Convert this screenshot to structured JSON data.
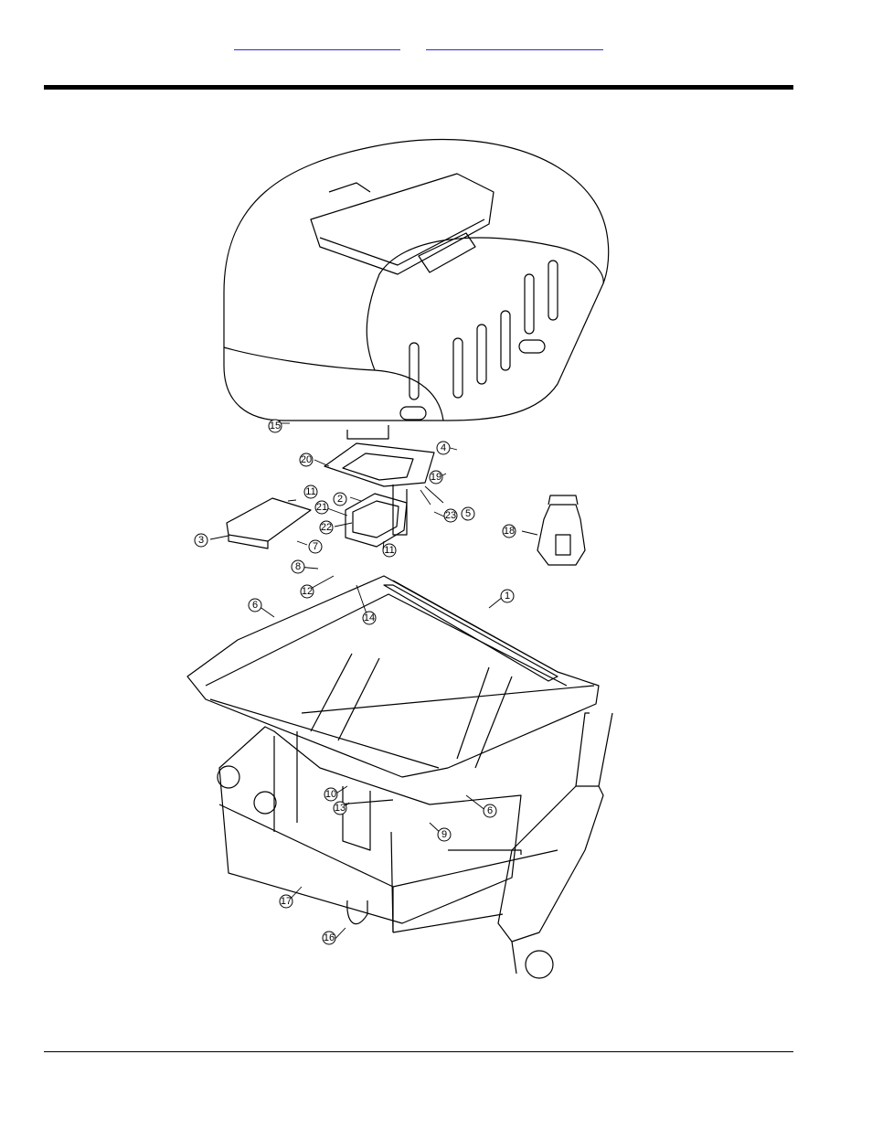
{
  "header": {
    "links": [
      "",
      ""
    ]
  },
  "diagram": {
    "callouts": [
      "1",
      "2",
      "3",
      "4",
      "5",
      "6",
      "6",
      "7",
      "8",
      "9",
      "10",
      "11",
      "11",
      "12",
      "13",
      "14",
      "15",
      "16",
      "17",
      "18",
      "19",
      "20",
      "21",
      "22",
      "23"
    ]
  },
  "colors": {
    "line": "#000000",
    "link": "#2a2ad8"
  }
}
